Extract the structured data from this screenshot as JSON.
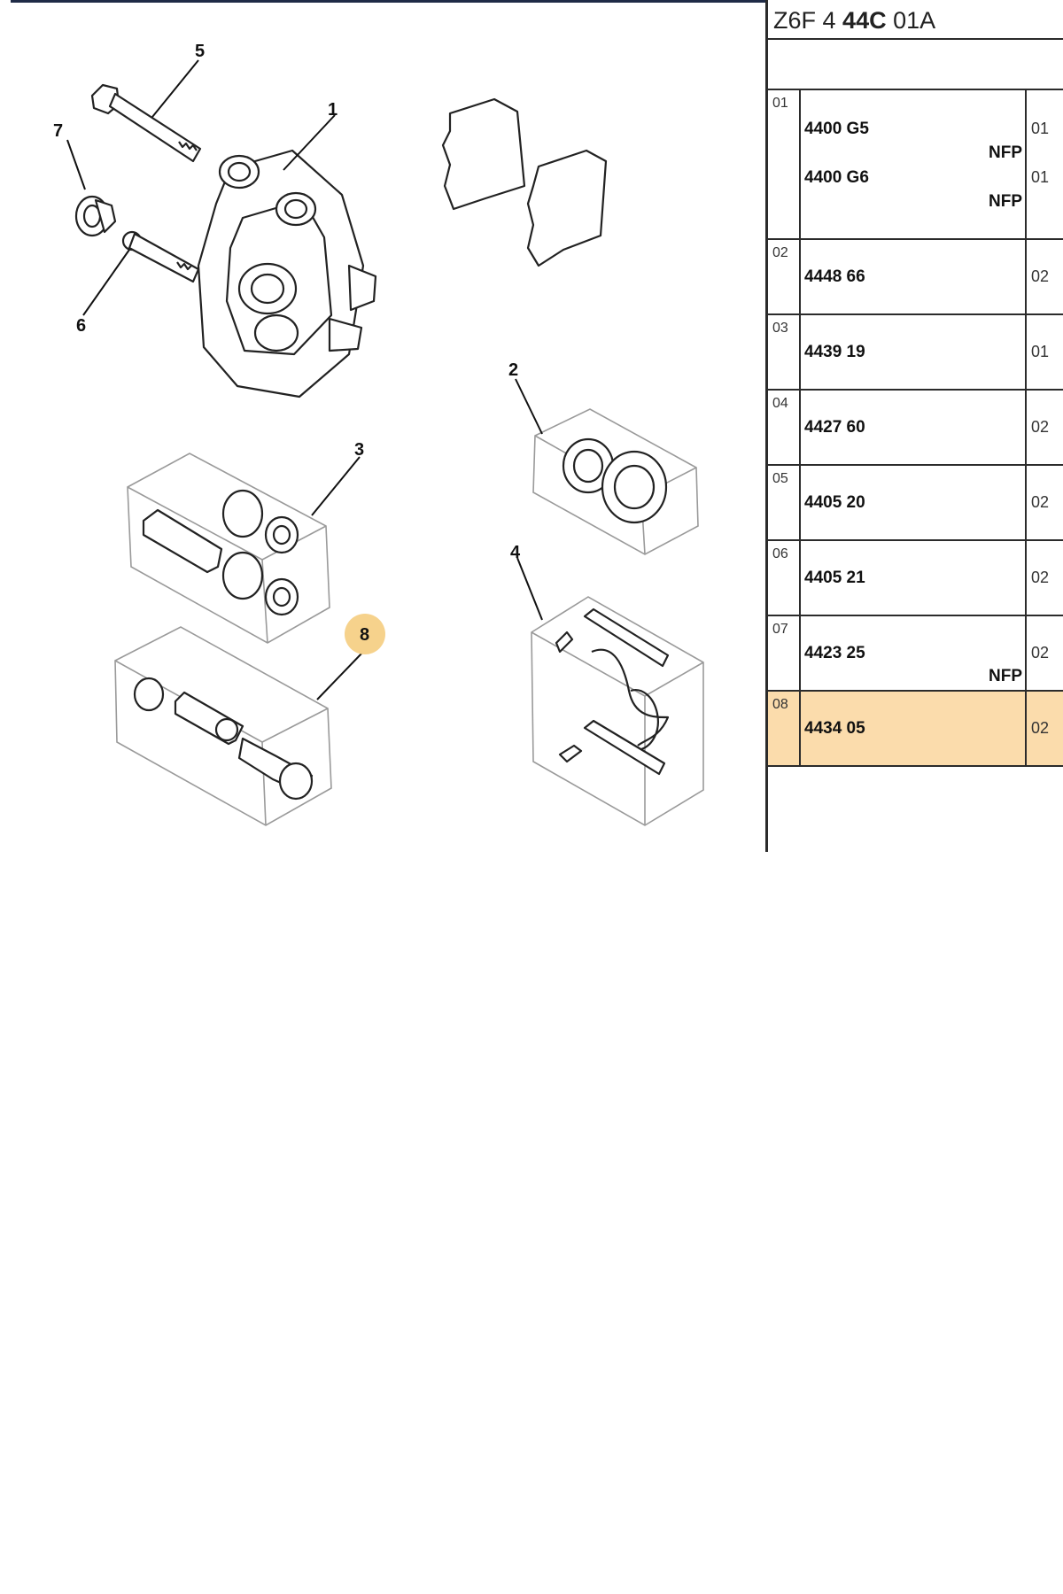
{
  "header": {
    "code_prefix": "Z6F 4",
    "code_bold": "44C",
    "code_suffix": "01A"
  },
  "callouts": [
    "1",
    "2",
    "3",
    "4",
    "5",
    "6",
    "7",
    "8"
  ],
  "highlighted_callout": "8",
  "colors": {
    "highlight_row": "#fbdcac",
    "highlight_circle": "#f6d28c",
    "top_bar": "#1f2b46"
  },
  "parts_table": {
    "rows": [
      {
        "ref": "01",
        "entries": [
          {
            "part_no": "4400 G5",
            "note": "NFP",
            "qty": "01"
          },
          {
            "part_no": "4400 G6",
            "note": "NFP",
            "qty": "01"
          }
        ]
      },
      {
        "ref": "02",
        "entries": [
          {
            "part_no": "4448 66",
            "note": "",
            "qty": "02"
          }
        ]
      },
      {
        "ref": "03",
        "entries": [
          {
            "part_no": "4439 19",
            "note": "",
            "qty": "01"
          }
        ]
      },
      {
        "ref": "04",
        "entries": [
          {
            "part_no": "4427 60",
            "note": "",
            "qty": "02"
          }
        ]
      },
      {
        "ref": "05",
        "entries": [
          {
            "part_no": "4405 20",
            "note": "",
            "qty": "02"
          }
        ]
      },
      {
        "ref": "06",
        "entries": [
          {
            "part_no": "4405 21",
            "note": "",
            "qty": "02"
          }
        ]
      },
      {
        "ref": "07",
        "entries": [
          {
            "part_no": "4423 25",
            "note": "NFP",
            "qty": "02"
          }
        ]
      },
      {
        "ref": "08",
        "entries": [
          {
            "part_no": "4434 05",
            "note": "",
            "qty": "02"
          }
        ],
        "highlighted": true
      }
    ]
  }
}
